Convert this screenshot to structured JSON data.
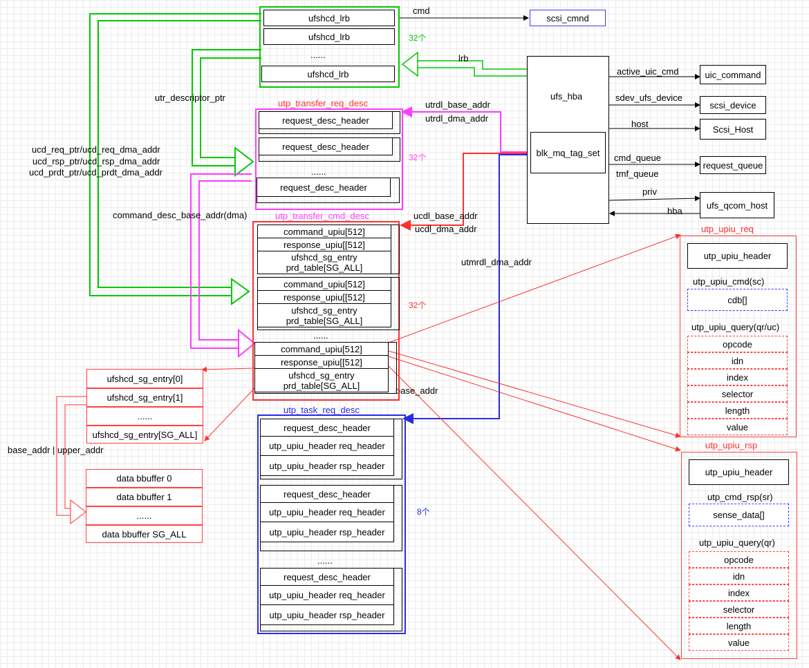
{
  "lrb": {
    "items": [
      "ufshcd_lrb",
      "ufshcd_lrb",
      "......",
      "ufshcd_lrb"
    ],
    "count": "32个"
  },
  "scsi_cmnd": "scsi_cmnd",
  "ufs_hba": {
    "title": "ufs_hba",
    "tagset": "blk_mq_tag_set"
  },
  "hba_links": [
    {
      "edge": "cmd",
      "target": "scsi_cmnd"
    },
    {
      "edge": "lrb"
    },
    {
      "edge": "active_uic_cmd",
      "target": "uic_command"
    },
    {
      "edge": "sdev_ufs_device",
      "target": "scsi_device"
    },
    {
      "edge": "host",
      "target": "Scsi_Host"
    },
    {
      "edge": "cmd_queue",
      "target": "request_queue"
    },
    {
      "edge": "tmf_queue"
    },
    {
      "edge": "priv",
      "target": "ufs_qcom_host"
    },
    {
      "edge": "hba"
    }
  ],
  "left_labels": {
    "utr_descriptor_ptr": "utr_descriptor_ptr",
    "ucd_req": "ucd_req_ptr/ucd_req_dma_addr",
    "ucd_rsp": "ucd_rsp_ptr/ucd_rsp_dma_addr",
    "ucd_prdt": "ucd_prdt_ptr/ucd_prdt_dma_addr",
    "command_desc": "command_desc_base_addr(dma)",
    "base_upper": "base_addr | upper_addr",
    "base_addr": "base_addr"
  },
  "utrd": {
    "title": "utp_transfer_req_desc",
    "items": [
      "request_desc_header",
      "request_desc_header",
      "......",
      "request_desc_header"
    ],
    "count": "32个",
    "ptr1": "utrdl_base_addr",
    "ptr2": "utrdl_dma_addr"
  },
  "ucd": {
    "title": "utp_transfer_cmd_desc",
    "ptr1": "ucdl_base_addr",
    "ptr2": "ucdl_dma_addr",
    "count": "32个",
    "row_cmd": "command_upiu[512]",
    "row_rsp": "response_upiu[[512]",
    "row_sg": "ufshcd_sg_entry\nprd_table[SG_ALL]",
    "ellipsis": "......"
  },
  "utmrdl": "utmrdl_dma_addr",
  "sg": {
    "items": [
      "ufshcd_sg_entry[0]",
      "ufshcd_sg_entry[1]",
      "......",
      "ufshcd_sg_entry[SG_ALL]"
    ]
  },
  "dbuf": {
    "items": [
      "data bbuffer 0",
      "data bbuffer 1",
      "......",
      "data bbuffer SG_ALL"
    ]
  },
  "task": {
    "title": "utp_task_req_desc",
    "count": "8个",
    "hdr": "request_desc_header",
    "req": "utp_upiu_header req_header",
    "rsp": "utp_upiu_header  rsp_header",
    "ellipsis": "......"
  },
  "req": {
    "title": "utp_upiu_req",
    "header": "utp_upiu_header",
    "cmd_title": "utp_upiu_cmd(sc)",
    "cdb": "cdb[]",
    "query_title": "utp_upiu_query(qr/uc)",
    "fields": [
      "opcode",
      "idn",
      "index",
      "selector",
      "length",
      "value"
    ]
  },
  "rsp": {
    "title": "utp_upiu_rsp",
    "header": "utp_upiu_header",
    "cmd_title": "utp_cmd_rsp(sr)",
    "sense": "sense_data[]",
    "query_title": "utp_upiu_query(qr)",
    "fields": [
      "opcode",
      "idn",
      "index",
      "selector",
      "length",
      "value"
    ]
  },
  "colors": {
    "green": "#00c800",
    "magenta": "#ff3cff",
    "red": "#ff3030",
    "blue": "#2a2ae6"
  }
}
